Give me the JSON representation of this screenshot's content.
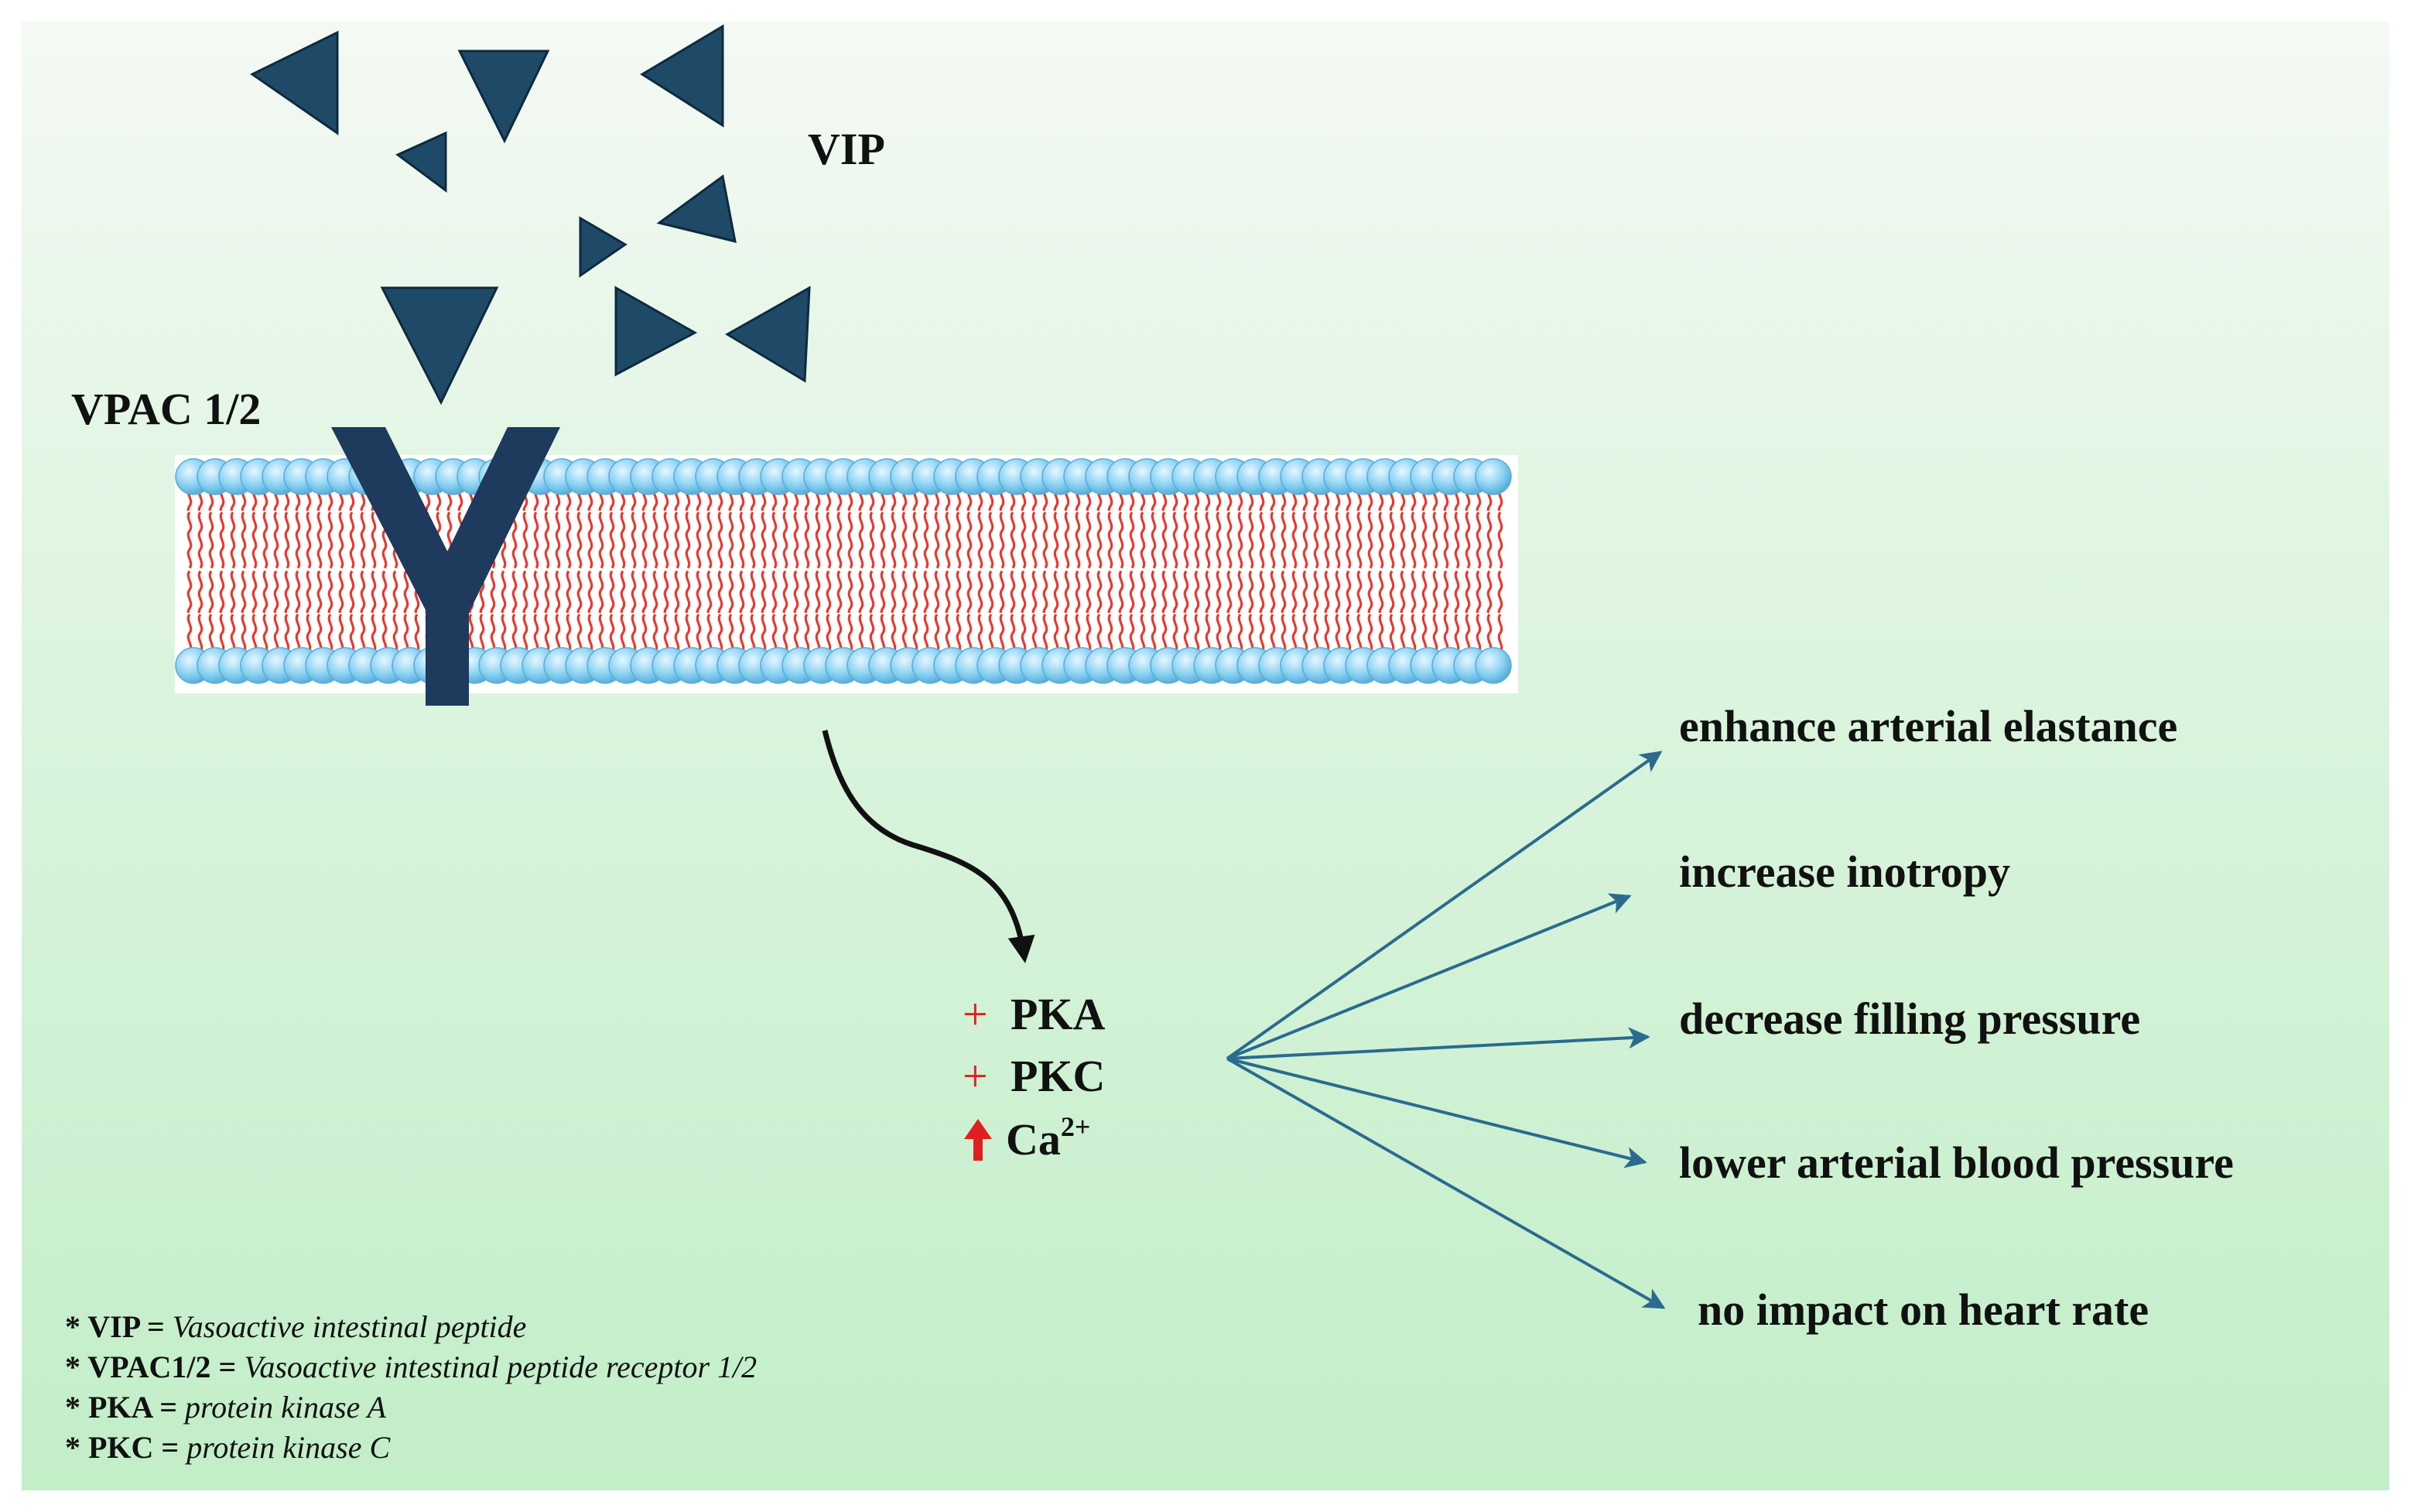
{
  "labels": {
    "vip": "VIP",
    "receptor": "VPAC 1/2",
    "pka": "PKA",
    "pkc": "PKC",
    "ca": "Ca",
    "ca_charge": "2+",
    "plus_sign": "+"
  },
  "effects": [
    "enhance arterial elastance",
    "increase inotropy",
    "decrease filling pressure",
    "lower arterial blood pressure",
    "no impact on heart rate"
  ],
  "footnotes": [
    {
      "term": "* VIP =",
      "definition": "Vasoactive intestinal peptide"
    },
    {
      "term": "* VPAC1/2 =",
      "definition": "Vasoactive intestinal peptide receptor 1/2"
    },
    {
      "term": "* PKA =",
      "definition": "protein kinase A"
    },
    {
      "term": "* PKC =",
      "definition": "protein kinase C"
    }
  ],
  "colors": {
    "background_top": "#f4f9f4",
    "background_bottom": "#c2eec8",
    "navy": "#1f4a67",
    "receptor": "#1e3a5c",
    "lipid_head": "#8fd3f4",
    "lipid_tail": "#e8392f",
    "arrow_blue": "#2a6b8f",
    "red": "#e02020",
    "text": "#111111"
  }
}
